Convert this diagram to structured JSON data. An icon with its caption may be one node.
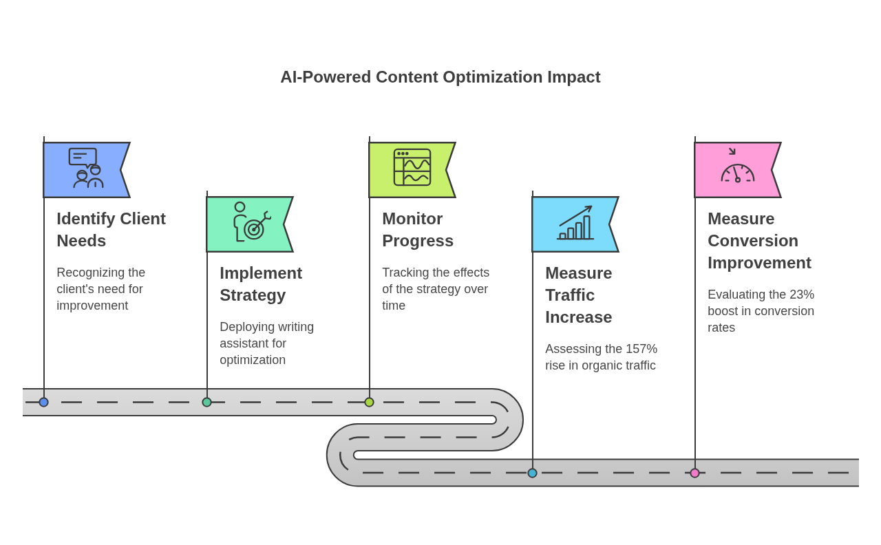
{
  "diagram": {
    "title": "AI-Powered Content Optimization Impact",
    "nodes": [
      {
        "text": [
          "Identify Client Needs",
          "Recognizing the client's need for improvement"
        ]
      },
      {
        "text": [
          "Implement Strategy",
          "Deploying writing assistant for optimization"
        ]
      },
      {
        "text": [
          "Monitor Progress",
          "Tracking the effects of the strategy over time"
        ]
      },
      {
        "text": [
          "Measure Traffic Increase",
          "Assessing the 157% rise in organic traffic"
        ]
      },
      {
        "text": [
          "Measure Conversion Improvement",
          "Evaluating the 23% boost in conversion rates"
        ]
      }
    ]
  }
}
